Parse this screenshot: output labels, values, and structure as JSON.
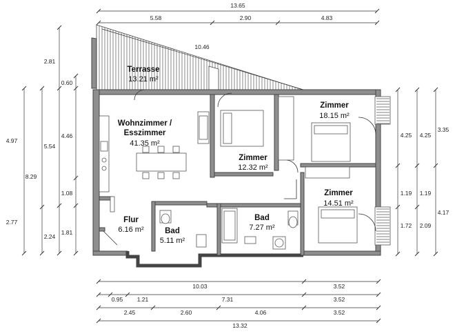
{
  "rooms": {
    "terrasse": {
      "name": "Terrasse",
      "area": "13.21 m²"
    },
    "wohn": {
      "name1": "Wohnzimmer /",
      "name2": "Esszimmer",
      "area": "41.35 m²"
    },
    "zimmer1": {
      "name": "Zimmer",
      "area": "18.15 m²"
    },
    "zimmer2": {
      "name": "Zimmer",
      "area": "12.32 m²"
    },
    "zimmer3": {
      "name": "Zimmer",
      "area": "14.51 m²"
    },
    "flur": {
      "name": "Flur",
      "area": "6.16 m²"
    },
    "bad1": {
      "name": "Bad",
      "area": "5.11 m²"
    },
    "bad2": {
      "name": "Bad",
      "area": "7.27 m²"
    }
  },
  "dims": {
    "top_total": "13.65",
    "top_a": "5.58",
    "top_b": "2.90",
    "top_c": "4.83",
    "terrace_diag": "10.46",
    "b1_a": "10.03",
    "b1_b": "3.52",
    "b2_a": "0.95",
    "b2_b": "1.21",
    "b2_c": "7.31",
    "b2_d": "3.52",
    "b3_a": "2.45",
    "b3_b": "2.60",
    "b3_c": "4.06",
    "b3_d": "3.52",
    "bottom_total": "13.32",
    "l_281": "2.81",
    "l_060": "0.60",
    "l_497": "4.97",
    "l_554": "5.54",
    "l_446": "4.46",
    "l_829": "8.29",
    "l_108": "1.08",
    "l_277": "2.77",
    "l_224": "2.24",
    "l_181": "1.81",
    "r_425a": "4.25",
    "r_425b": "4.25",
    "r_335": "3.35",
    "r_119a": "1.19",
    "r_119b": "1.19",
    "r_417": "4.17",
    "r_172": "1.72",
    "r_209": "2.09"
  }
}
